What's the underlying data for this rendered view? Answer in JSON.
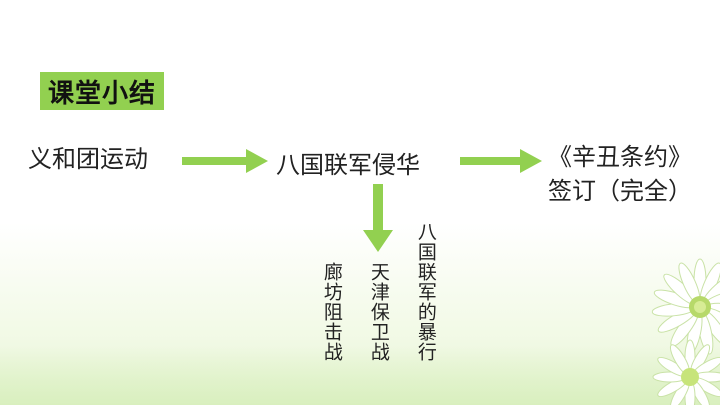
{
  "slide": {
    "title": "课堂小结",
    "nodes": {
      "boxer_movement": "义和团运动",
      "eight_nation_invasion": "八国联军侵华",
      "treaty_line1": "《辛丑条约》",
      "treaty_line2": "签订（完全）"
    },
    "branches": {
      "langfang": "廊坊阻击战",
      "tianjin": "天津保卫战",
      "atrocities": "八国联军的暴行"
    }
  },
  "colors": {
    "title_bg": "#92d050",
    "arrow": "#92d050",
    "text": "#222222"
  },
  "icons": [
    "right-arrow-icon",
    "down-arrow-icon",
    "daisy-flower-decoration"
  ]
}
